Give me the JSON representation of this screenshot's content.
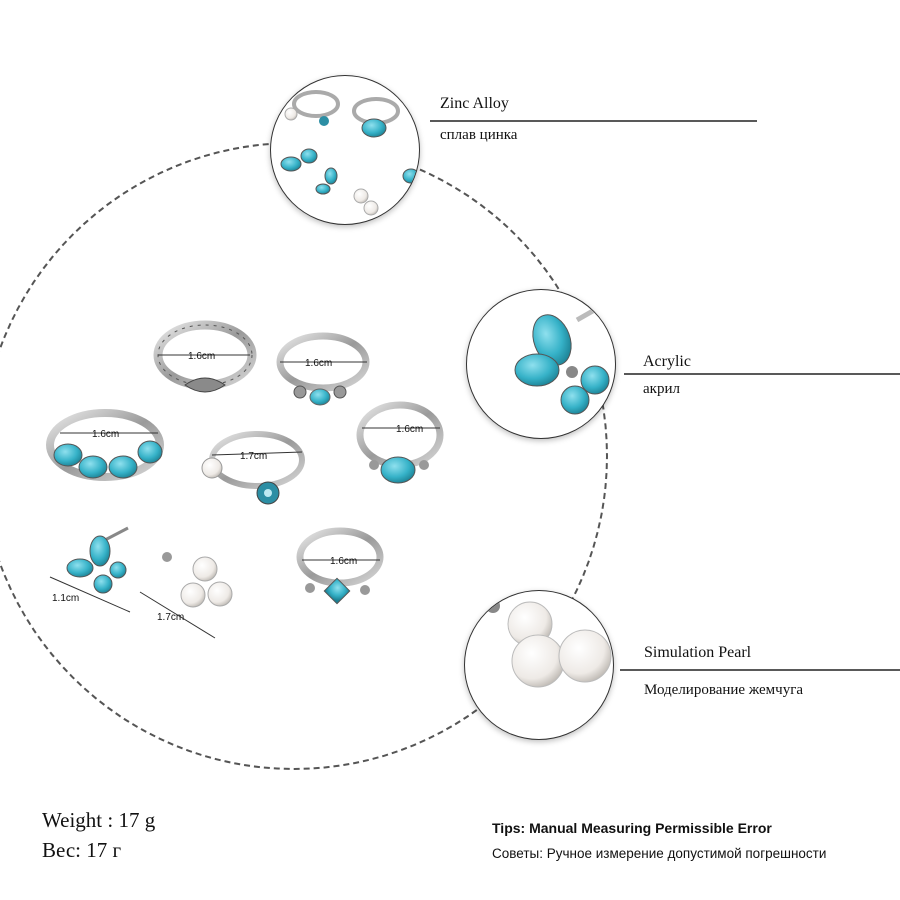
{
  "materials": [
    {
      "name_en": "Zinc Alloy",
      "name_ru": "сплав цинка"
    },
    {
      "name_en": "Acrylic",
      "name_ru": "акрил"
    },
    {
      "name_en": "Simulation Pearl",
      "name_ru": "Моделирование жемчуга"
    }
  ],
  "measurements": [
    "1.6cm",
    "1.6cm",
    "1.6cm",
    "1.7cm",
    "1.6cm",
    "1.6cm",
    "1.1cm",
    "1.7cm"
  ],
  "weight": {
    "en": "Weight : 17 g",
    "ru": "Вес: 17 г"
  },
  "tips": {
    "en": "Tips: Manual Measuring Permissible Error",
    "ru": "Советы: Ручное измерение допустимой погрешности"
  },
  "colors": {
    "turquoise": "#3fb6cc",
    "silver": "#c8c8c8",
    "pearl": "#f2f0ee",
    "dash": "#555555"
  }
}
